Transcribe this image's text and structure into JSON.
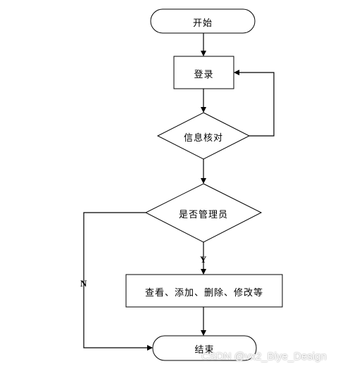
{
  "flowchart": {
    "nodes": {
      "start": "开始",
      "login": "登录",
      "verify": "信息核对",
      "is_admin": "是否管理员",
      "actions": "查看、添加、删除、修改等",
      "end": "结束"
    },
    "edge_labels": {
      "yes": "Y",
      "no": "N"
    }
  },
  "watermark": "CSDN @vx2_Biye_Design"
}
